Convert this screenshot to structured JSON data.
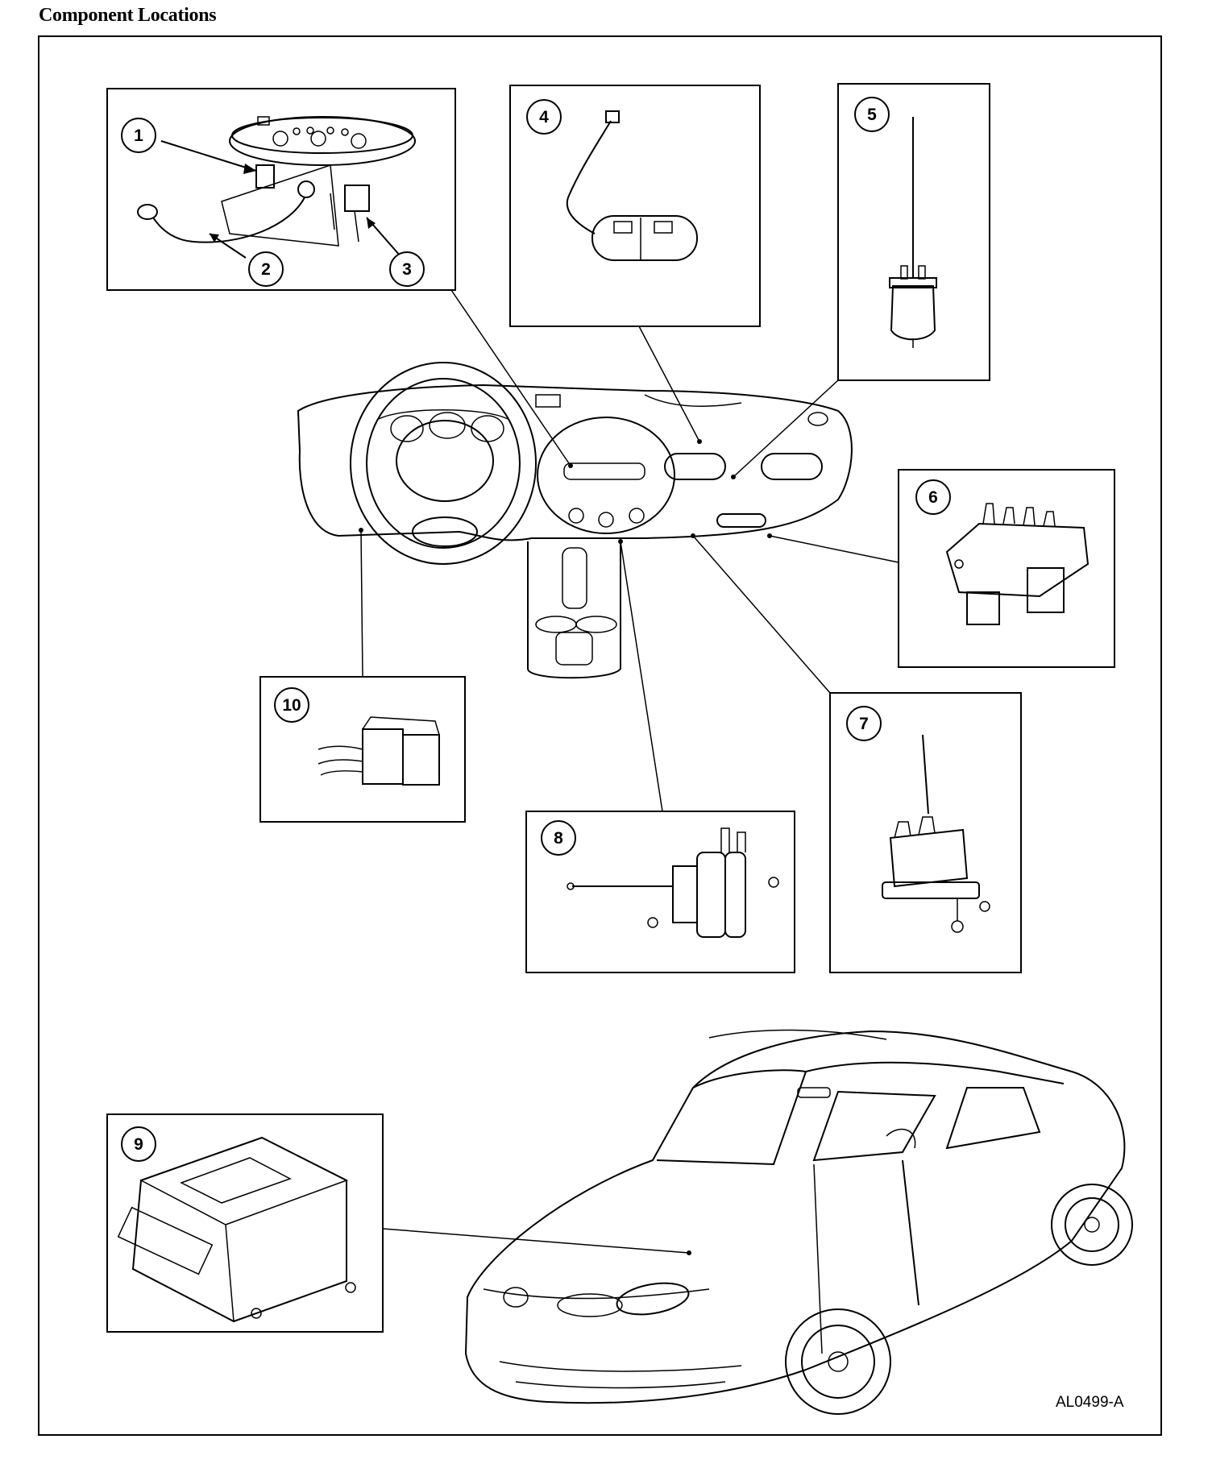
{
  "title": "Component Locations",
  "figure_code": "AL0499-A",
  "callouts": [
    "1",
    "2",
    "3",
    "4",
    "5",
    "6",
    "7",
    "8",
    "9",
    "10"
  ]
}
